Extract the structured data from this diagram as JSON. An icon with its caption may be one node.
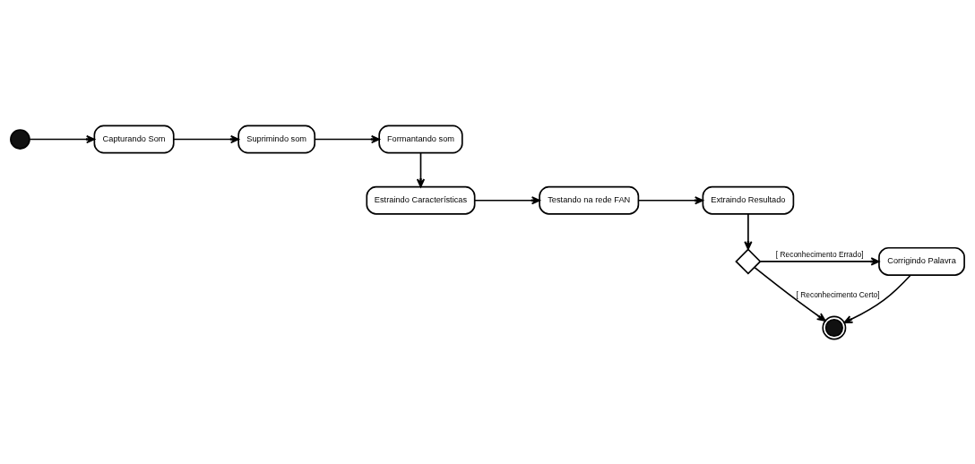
{
  "diagram": {
    "nodes": [
      {
        "text": [],
        "shape": "circle"
      },
      {
        "text": [
          "Capturando Som"
        ]
      },
      {
        "text": [
          "Suprimindo som"
        ]
      },
      {
        "text": [
          "Formantando som"
        ]
      },
      {
        "text": [
          "Estraindo Características"
        ]
      },
      {
        "text": [
          "Testando na rede FAN"
        ]
      },
      {
        "text": [
          "Extraindo Resultado"
        ]
      },
      {
        "text": [],
        "shape": "diamond"
      },
      {
        "text": [
          "Corrigindo Palavra"
        ]
      },
      {
        "text": [],
        "shape": "circle"
      }
    ],
    "edges": [
      {
        "from": 0,
        "to": 1,
        "arrow": "to"
      },
      {
        "from": 1,
        "to": 2,
        "arrow": "to"
      },
      {
        "from": 2,
        "to": 3,
        "arrow": "to"
      },
      {
        "from": 3,
        "to": 4,
        "arrow": "to"
      },
      {
        "from": 4,
        "to": 5,
        "arrow": "to"
      },
      {
        "from": 5,
        "to": 6,
        "arrow": "to"
      },
      {
        "from": 6,
        "to": 7,
        "arrow": "to"
      },
      {
        "from": 7,
        "to": 8,
        "arrow": "to",
        "label": "[ Reconhecimento Errado]"
      },
      {
        "from": 8,
        "to": 9,
        "arrow": "to"
      },
      {
        "from": 7,
        "to": 9,
        "arrow": "to",
        "label": "[ Reconhecimento Certo]"
      }
    ]
  }
}
